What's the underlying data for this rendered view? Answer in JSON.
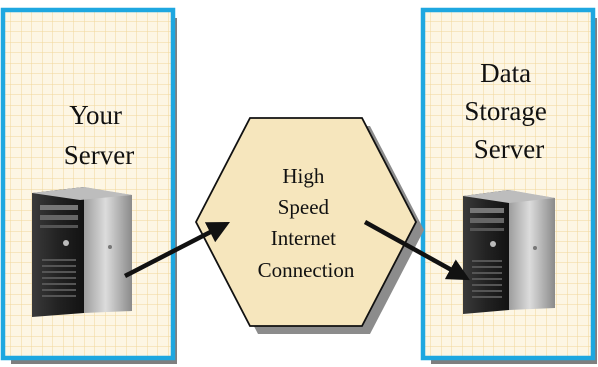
{
  "left_panel": {
    "title_lines": [
      "Your",
      "Server"
    ]
  },
  "right_panel": {
    "title_lines": [
      "Data",
      "Storage",
      "Server"
    ]
  },
  "connection": {
    "label_lines": [
      "High",
      "Speed",
      "Internet",
      "Connection"
    ]
  },
  "colors": {
    "panel_border": "#1ea7e0",
    "panel_fill": "#fdf6e4",
    "grid_line": "#f1d79a",
    "hexagon_fill": "#f6e6bd",
    "hexagon_shadow": "#8c8c8c",
    "arrow": "#111111"
  },
  "icons": {
    "server": "server-tower-icon",
    "arrow": "arrow-icon"
  }
}
